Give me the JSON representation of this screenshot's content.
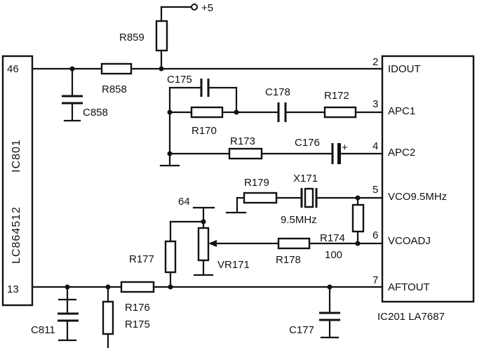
{
  "ic_left": {
    "name": "IC801",
    "part": "LC864512",
    "pin_a": "46",
    "pin_b": "13"
  },
  "ic_right": {
    "caption": "IC201  LA7687",
    "pins": [
      {
        "num": "2",
        "label": "IDOUT"
      },
      {
        "num": "3",
        "label": "APC1"
      },
      {
        "num": "4",
        "label": "APC2"
      },
      {
        "num": "5",
        "label": "VCO9.5MHz"
      },
      {
        "num": "6",
        "label": "VCOADJ"
      },
      {
        "num": "7",
        "label": "AFTOUT"
      }
    ]
  },
  "supply": "+5",
  "node64": "64",
  "components": {
    "r859": "R859",
    "r858": "R858",
    "c858": "C858",
    "c175": "C175",
    "r170": "R170",
    "c178": "C178",
    "r172": "R172",
    "r173": "R173",
    "c176": "C176",
    "r179": "R179",
    "x171": "X171",
    "x171_value": "9.5MHz",
    "r174": "R174",
    "r174_value": "100",
    "r177": "R177",
    "vr171": "VR171",
    "r178": "R178",
    "r176": "R176",
    "r175": "R175",
    "c811": "C811",
    "c177": "C177"
  }
}
